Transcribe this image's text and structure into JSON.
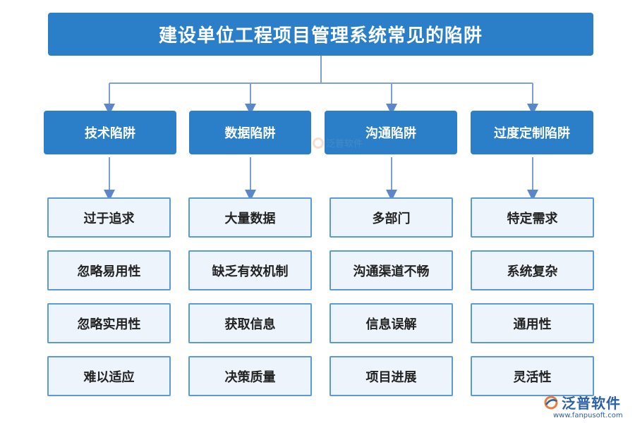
{
  "title": "建设单位工程项目管理系统常见的陷阱",
  "colors": {
    "header_fill": "#2b7fc9",
    "item_fill": "#eef4fb",
    "item_border": "#5a9ad6",
    "connector": "#7b9fd6"
  },
  "categories": [
    {
      "label": "技术陷阱",
      "items": [
        "过于追求",
        "忽略易用性",
        "忽略实用性",
        "难以适应"
      ]
    },
    {
      "label": "数据陷阱",
      "items": [
        "大量数据",
        "缺乏有效机制",
        "获取信息",
        "决策质量"
      ]
    },
    {
      "label": "沟通陷阱",
      "items": [
        "多部门",
        "沟通渠道不畅",
        "信息误解",
        "项目进展"
      ]
    },
    {
      "label": "过度定制陷阱",
      "items": [
        "特定需求",
        "系统复杂",
        "通用性",
        "灵活性"
      ]
    }
  ],
  "watermark": {
    "center_text": "泛普软件",
    "logo_name": "泛普软件",
    "logo_url": "www.fanpusoft.com"
  }
}
